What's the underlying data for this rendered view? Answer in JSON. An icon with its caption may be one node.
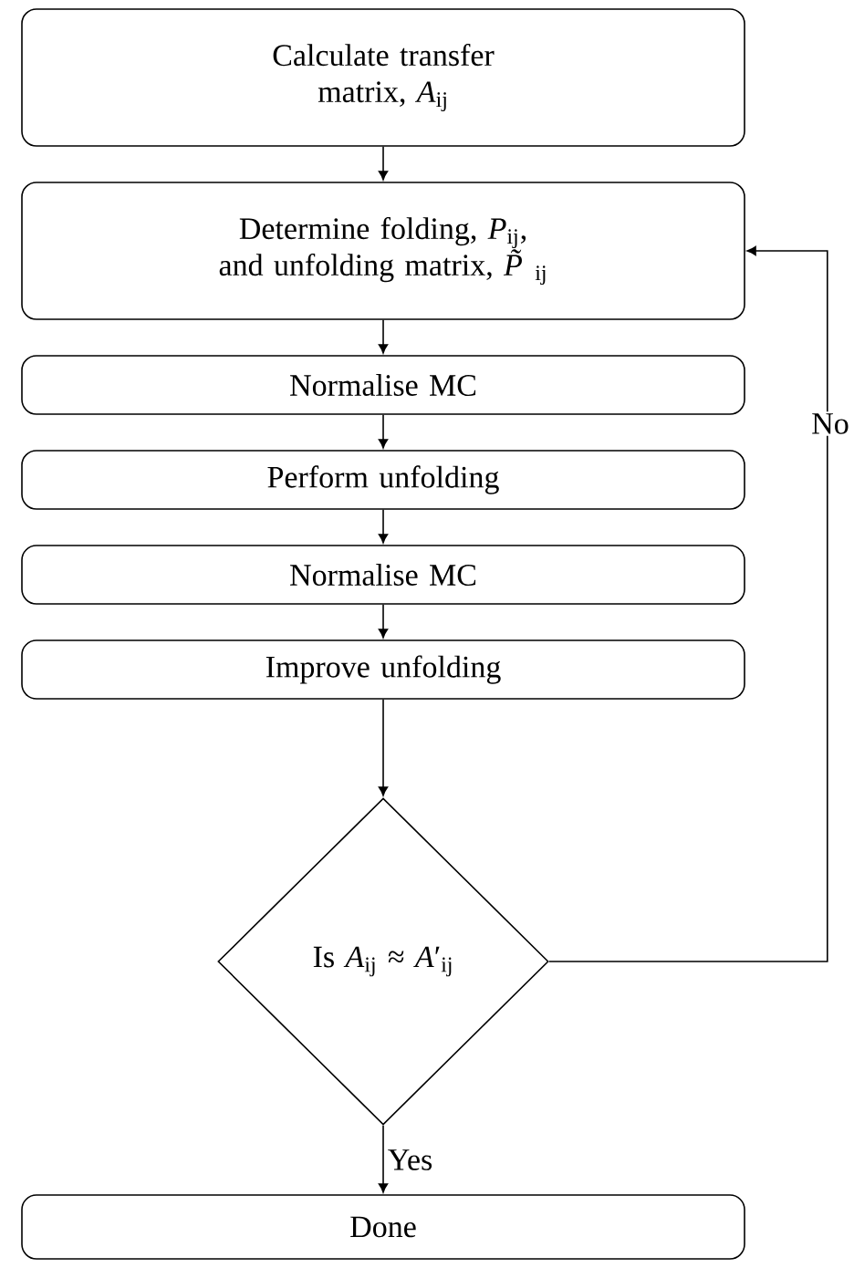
{
  "diagram": {
    "nodes": [
      {
        "text": [
          "Calculate transfer matrix, *A*$_{ij}$"
        ]
      },
      {
        "text": [
          "Determine folding, *P*$_{ij}$, and unfolding matrix, *P̃*$_{ij}$"
        ]
      },
      {
        "text": [
          "Normalise MC"
        ]
      },
      {
        "text": [
          "Perform unfolding"
        ]
      },
      {
        "text": [
          "Normalise MC"
        ]
      },
      {
        "text": [
          "Improve unfolding"
        ]
      },
      {
        "text": [
          "Is *A*$_{ij}$ ≈ *A*′$_{ij}$"
        ]
      },
      {
        "text": [
          "Done"
        ]
      }
    ],
    "edges": [
      {
        "from": 0,
        "to": 1,
        "arrow": "to"
      },
      {
        "from": 1,
        "to": 2,
        "arrow": "to"
      },
      {
        "from": 2,
        "to": 3,
        "arrow": "to"
      },
      {
        "from": 3,
        "to": 4,
        "arrow": "to"
      },
      {
        "from": 4,
        "to": 5,
        "arrow": "to"
      },
      {
        "from": 5,
        "to": 6,
        "arrow": "to"
      },
      {
        "from": 6,
        "to": 7,
        "arrow": "to",
        "label": "Yes"
      },
      {
        "from": 6,
        "to": 1,
        "arrow": "to",
        "label": "No"
      }
    ]
  }
}
